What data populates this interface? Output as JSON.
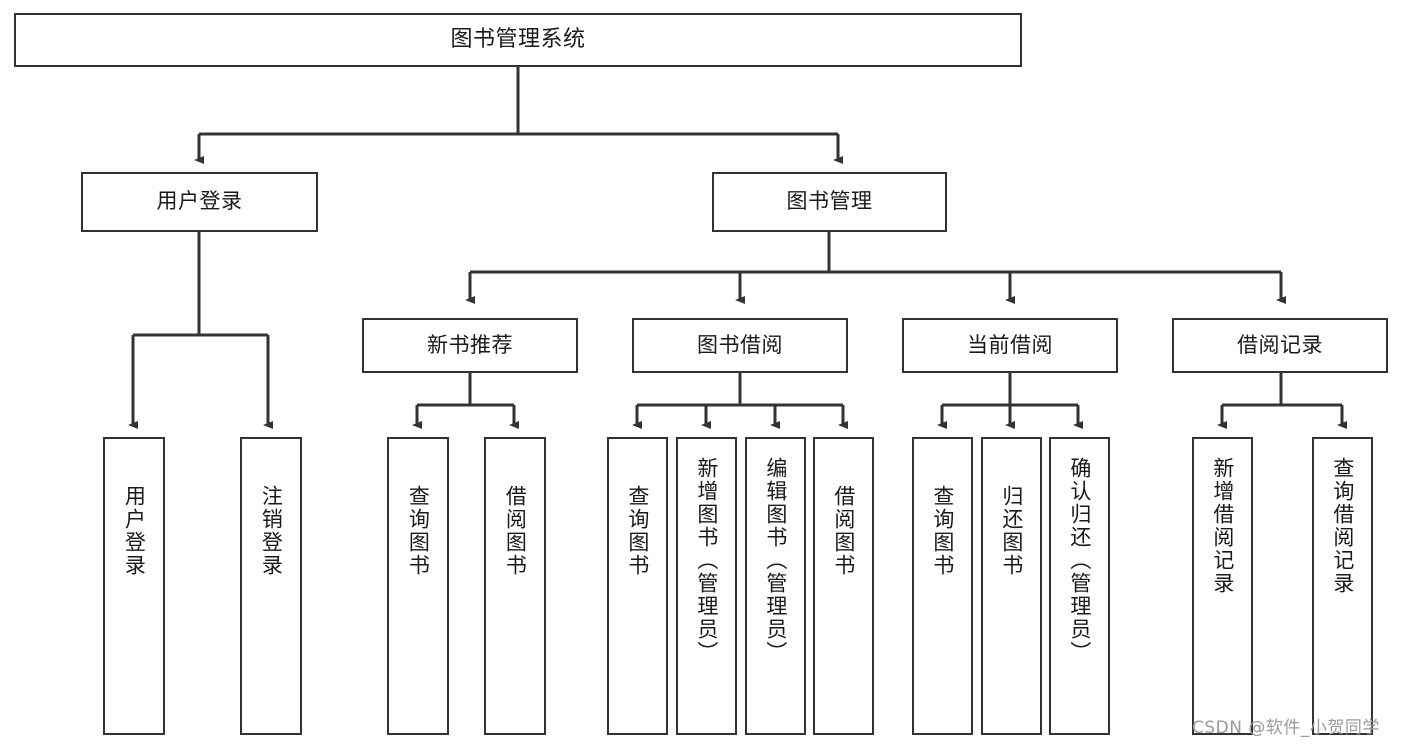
{
  "diagram": {
    "type": "tree",
    "title": "图书管理系统",
    "root": {
      "label": "图书管理系统"
    },
    "level2": [
      {
        "label": "用户登录"
      },
      {
        "label": "图书管理"
      }
    ],
    "level3": [
      {
        "label": "新书推荐"
      },
      {
        "label": "图书借阅"
      },
      {
        "label": "当前借阅"
      },
      {
        "label": "借阅记录"
      }
    ],
    "leaves": {
      "user_login": [
        {
          "label": "用户登录"
        },
        {
          "label": "注销登录"
        }
      ],
      "new_book_recommend": [
        {
          "label": "查询图书"
        },
        {
          "label": "借阅图书"
        }
      ],
      "book_borrow": [
        {
          "label": "查询图书"
        },
        {
          "label": "新增图书（管理员）"
        },
        {
          "label": "编辑图书（管理员）"
        },
        {
          "label": "借阅图书"
        }
      ],
      "current_borrow": [
        {
          "label": "查询图书"
        },
        {
          "label": "归还图书"
        },
        {
          "label": "确认归还（管理员）"
        }
      ],
      "borrow_record": [
        {
          "label": "新增借阅记录"
        },
        {
          "label": "查询借阅记录"
        }
      ]
    }
  },
  "watermark": {
    "text": "CSDN @软件_小贺同学"
  },
  "colors": {
    "line": "#333333",
    "border": "#333333",
    "background": "#ffffff",
    "text": "#1a1a1a",
    "watermark": "#9a9a9a"
  }
}
